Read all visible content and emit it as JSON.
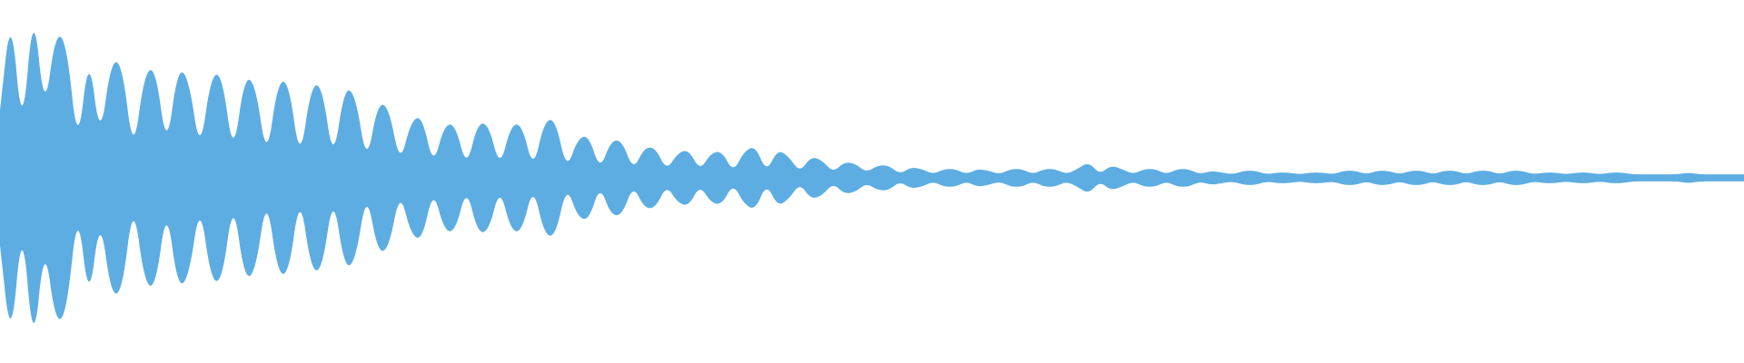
{
  "waveform": {
    "color": "#5dade2",
    "background": "#ffffff",
    "levels": [
      0.38,
      0.95,
      0.22,
      0.99,
      0.35,
      0.82,
      0.76,
      0.15,
      0.72,
      0.2,
      0.66,
      0.64,
      0.12,
      0.59,
      0.62,
      0.15,
      0.62,
      0.56,
      0.13,
      0.58,
      0.58,
      0.11,
      0.57,
      0.53,
      0.09,
      0.54,
      0.54,
      0.08,
      0.52,
      0.52,
      0.08,
      0.51,
      0.47,
      0.07,
      0.42,
      0.4,
      0.07,
      0.32,
      0.35,
      0.06,
      0.3,
      0.3,
      0.05,
      0.31,
      0.3,
      0.05,
      0.3,
      0.3,
      0.04,
      0.32,
      0.33,
      0.04,
      0.22,
      0.24,
      0.04,
      0.21,
      0.21,
      0.04,
      0.17,
      0.17,
      0.04,
      0.14,
      0.16,
      0.04,
      0.14,
      0.15,
      0.03,
      0.15,
      0.18,
      0.03,
      0.16,
      0.12,
      0.03,
      0.12,
      0.1,
      0.03,
      0.09,
      0.08,
      0.03,
      0.07,
      0.07,
      0.02,
      0.06,
      0.05,
      0.02,
      0.05,
      0.05,
      0.02,
      0.05,
      0.04,
      0.02,
      0.05,
      0.05,
      0.02,
      0.05,
      0.05,
      0.02,
      0.05,
      0.09,
      0.02,
      0.07,
      0.05,
      0.02,
      0.05,
      0.05,
      0.02,
      0.05,
      0.05,
      0.02,
      0.04,
      0.03,
      0.02,
      0.04,
      0.04,
      0.02,
      0.03,
      0.03,
      0.02,
      0.03,
      0.03,
      0.02,
      0.04,
      0.04,
      0.02,
      0.04,
      0.04,
      0.02,
      0.04,
      0.04,
      0.02,
      0.04,
      0.04,
      0.02,
      0.04,
      0.04,
      0.02,
      0.04,
      0.04,
      0.02,
      0.03,
      0.03,
      0.02,
      0.03,
      0.03,
      0.02,
      0.03,
      0.03,
      0.02,
      0.02,
      0.02,
      0.02,
      0.02,
      0.03,
      0.02,
      0.02,
      0.02,
      0.02,
      0.02
    ]
  }
}
